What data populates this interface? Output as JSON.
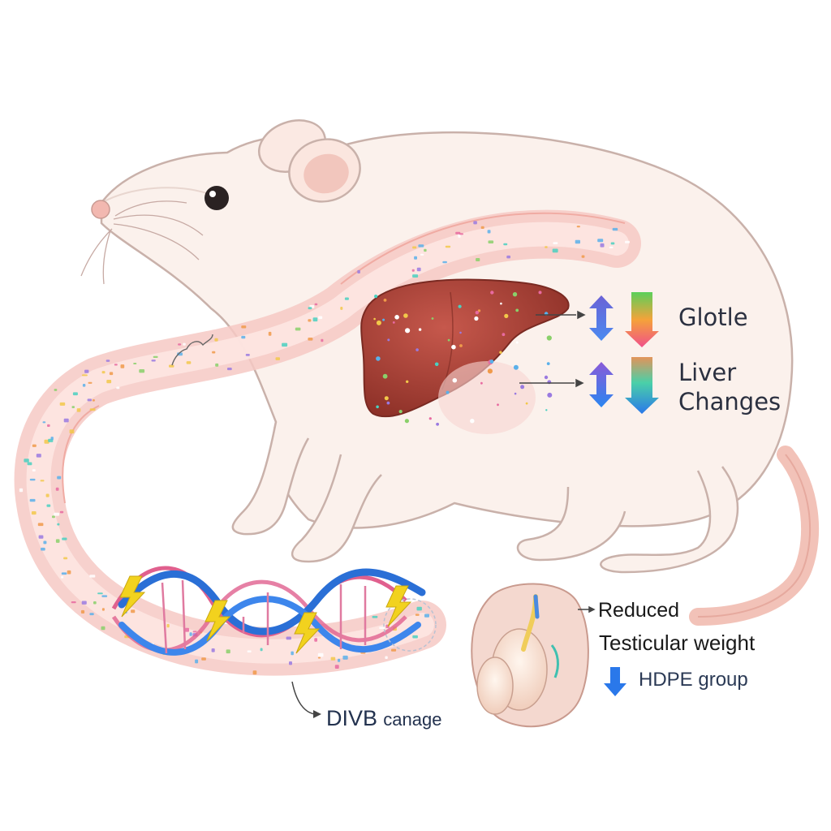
{
  "labels": {
    "glotle": "Glotle",
    "liver_line1": "Liver",
    "liver_line2": "Changes",
    "reduced": "Reduced",
    "testicular_weight": "Testicular weight",
    "hdpe_group": "HDPE group",
    "dna_part1": "DIVB",
    "dna_part2": "canage"
  },
  "colors": {
    "body_fill": "#fbf1ec",
    "body_outline": "#c9b1aa",
    "gut_band": "#f6c9c4",
    "liver": "#a8443a",
    "dna_blue": "#2a6fd6",
    "dna_pink": "#e0608e",
    "lightning": "#f2d21e",
    "testis": "#f6dccd"
  },
  "icons": [
    "rat-illustration",
    "liver-organ",
    "dna-helix-icon",
    "lightning-icon",
    "testis-organ",
    "double-arrow-icon",
    "down-arrow-icon",
    "pointer-arrow-icon"
  ]
}
